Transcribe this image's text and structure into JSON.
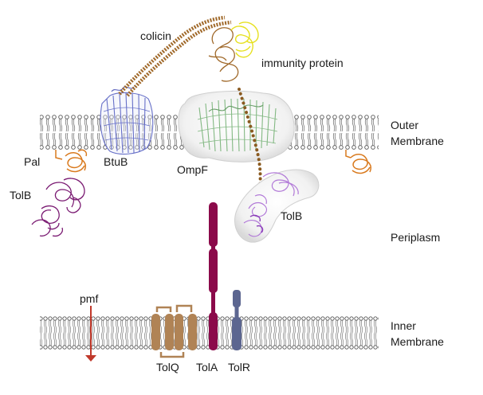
{
  "labels": {
    "colicin": "colicin",
    "immunity_protein": "immunity protein",
    "btub": "BtuB",
    "ompf": "OmpF",
    "pal": "Pal",
    "tolb_left": "TolB",
    "tolb_right": "TolB",
    "pmf": "pmf",
    "tolq": "TolQ",
    "tola": "TolA",
    "tolr": "TolR"
  },
  "regions": {
    "outer_line1": "Outer",
    "outer_line2": "Membrane",
    "periplasm": "Periplasm",
    "inner_line1": "Inner",
    "inner_line2": "Membrane"
  },
  "colors": {
    "colicin": "#a0692a",
    "immunity": "#e6e01f",
    "btub": "#6770c8",
    "ompf": "#6fae6f",
    "pal": "#d97a1e",
    "tolb_left": "#7a1a72",
    "tolb_right": "#b27ad8",
    "tola": "#8b0a4a",
    "tolq": "#b08355",
    "tolr": "#5c6690",
    "pmf": "#c0392b",
    "membrane": "#555555"
  }
}
